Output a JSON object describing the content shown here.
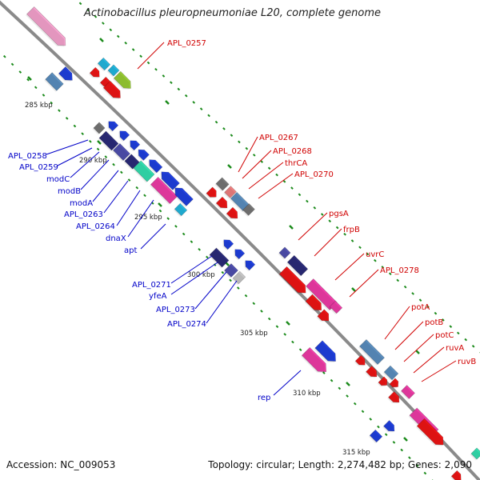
{
  "title": "Actinobacillus pleuropneumoniae L20, complete genome",
  "footer": {
    "accession_label": "Accession:",
    "accession": "NC_009053",
    "topology_label": "Topology:",
    "topology": "circular",
    "length_label": "Length:",
    "length": "2,274,482 bp",
    "genes_label": "Genes:",
    "genes": "2,090"
  },
  "colors": {
    "backbone": "#8a8a8a",
    "tick": "#1a8a1a",
    "plus_strand_label": "#d00000",
    "minus_strand_label": "#0000c8",
    "blue": "#1f3fe0",
    "dark_blue": "#2b2b7a",
    "purple": "#5050b0",
    "steel_blue": "#5b8fc0",
    "cyan": "#22b8e0",
    "red": "#f01515",
    "pink": "#f03ca8",
    "light_pink": "#f7a3cf",
    "lime": "#98cc33",
    "teal": "#33e0b0",
    "gray": "#777777",
    "light_gray": "#c8c8c8",
    "salmon": "#f08080"
  },
  "kbp_labels": [
    "285 kbp",
    "290 kbp",
    "295 kbp",
    "300 kbp",
    "305 kbp",
    "310 kbp",
    "315 kbp"
  ],
  "gene_labels_plus": [
    "APL_0257",
    "APL_0267",
    "APL_0268",
    "thrCA",
    "APL_0270",
    "pgsA",
    "frpB",
    "uvrC",
    "APL_0278",
    "potA",
    "potB",
    "potC",
    "ruvA",
    "ruvB"
  ],
  "gene_labels_minus": [
    "APL_0258",
    "APL_0259",
    "modC",
    "modB",
    "modA",
    "APL_0263",
    "APL_0264",
    "dnaX",
    "apt",
    "APL_0271",
    "yfeA",
    "APL_0273",
    "APL_0274",
    "rep"
  ]
}
